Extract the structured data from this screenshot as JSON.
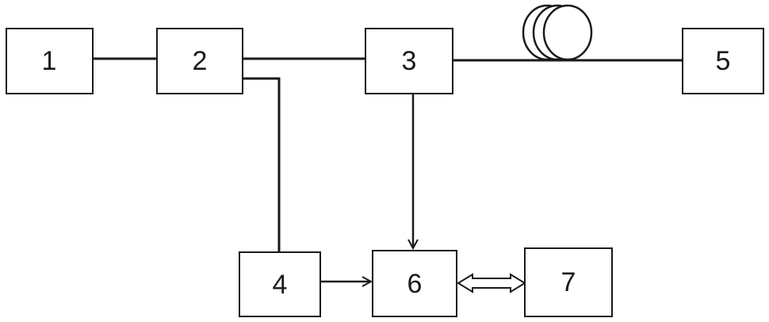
{
  "diagram": {
    "boxes": [
      {
        "id": "b1",
        "label": "1"
      },
      {
        "id": "b2",
        "label": "2"
      },
      {
        "id": "b3",
        "label": "3"
      },
      {
        "id": "b4",
        "label": "4"
      },
      {
        "id": "b5",
        "label": "5"
      },
      {
        "id": "b6",
        "label": "6"
      },
      {
        "id": "b7",
        "label": "7"
      }
    ],
    "connections": [
      {
        "from": "1",
        "to": "2",
        "type": "line"
      },
      {
        "from": "2",
        "to": "3",
        "type": "line"
      },
      {
        "from": "3",
        "to": "5",
        "type": "line-with-fiber-coil"
      },
      {
        "from": "2",
        "to": "4",
        "type": "line"
      },
      {
        "from": "3",
        "to": "6",
        "type": "arrow"
      },
      {
        "from": "4",
        "to": "6",
        "type": "arrow"
      },
      {
        "from": "6",
        "to": "7",
        "type": "double-hollow-arrow"
      }
    ],
    "colors": {
      "stroke": "#1a1a1a",
      "background": "#ffffff"
    }
  }
}
